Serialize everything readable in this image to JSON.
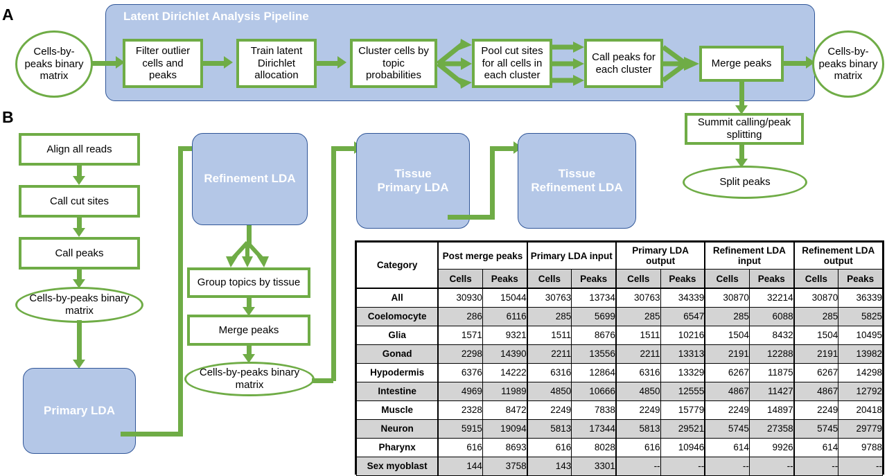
{
  "panels": {
    "a": {
      "letter": "A",
      "pipeline_title": "Latent Dirichlet Analysis Pipeline"
    },
    "b": {
      "letter": "B"
    }
  },
  "panel_a": {
    "input_node": "Cells-by-peaks binary matrix",
    "steps": [
      "Filter outlier cells and peaks",
      "Train latent Dirichlet allocation",
      "Cluster cells by topic probabilities",
      "Pool cut sites for all cells in each cluster",
      "Call peaks for each cluster",
      "Merge peaks"
    ],
    "output_node": "Cells-by-peaks binary matrix",
    "summit_box": "Summit calling/peak splitting",
    "split_peaks_node": "Split peaks"
  },
  "panel_b": {
    "left_chain": [
      "Align all reads",
      "Call cut sites",
      "Call peaks"
    ],
    "left_matrix_node": "Cells-by-peaks binary matrix",
    "primary_lda": "Primary LDA",
    "refinement_lda": "Refinement LDA",
    "group_topics": "Group topics by tissue",
    "merge_peaks": "Merge peaks",
    "mid_matrix_node": "Cells-by-peaks binary matrix",
    "tissue_primary_lda": "Tissue\nPrimary LDA",
    "tissue_primary_lda_line1": "Tissue",
    "tissue_primary_lda_line2": "Primary LDA",
    "tissue_refinement_lda_line1": "Tissue",
    "tissue_refinement_lda_line2": "Refinement LDA"
  },
  "table": {
    "category_header": "Category",
    "group_headers": [
      "Post merge peaks",
      "Primary LDA input",
      "Primary LDA output",
      "Refinement LDA input",
      "Refinement LDA output"
    ],
    "sub_headers": [
      "Cells",
      "Peaks"
    ],
    "rows": [
      {
        "category": "All",
        "values": [
          "30930",
          "15044",
          "30763",
          "13734",
          "30763",
          "34339",
          "30870",
          "32214",
          "30870",
          "36339"
        ]
      },
      {
        "category": "Coelomocyte",
        "values": [
          "286",
          "6116",
          "285",
          "5699",
          "285",
          "6547",
          "285",
          "6088",
          "285",
          "5825"
        ]
      },
      {
        "category": "Glia",
        "values": [
          "1571",
          "9321",
          "1511",
          "8676",
          "1511",
          "10216",
          "1504",
          "8432",
          "1504",
          "10495"
        ]
      },
      {
        "category": "Gonad",
        "values": [
          "2298",
          "14390",
          "2211",
          "13556",
          "2211",
          "13313",
          "2191",
          "12288",
          "2191",
          "13982"
        ]
      },
      {
        "category": "Hypodermis",
        "values": [
          "6376",
          "14222",
          "6316",
          "12864",
          "6316",
          "13329",
          "6267",
          "11875",
          "6267",
          "14298"
        ]
      },
      {
        "category": "Intestine",
        "values": [
          "4969",
          "11989",
          "4850",
          "10666",
          "4850",
          "12555",
          "4867",
          "11427",
          "4867",
          "12792"
        ]
      },
      {
        "category": "Muscle",
        "values": [
          "2328",
          "8472",
          "2249",
          "7838",
          "2249",
          "15779",
          "2249",
          "14897",
          "2249",
          "20418"
        ]
      },
      {
        "category": "Neuron",
        "values": [
          "5915",
          "19094",
          "5813",
          "17344",
          "5813",
          "29521",
          "5745",
          "27358",
          "5745",
          "29779"
        ]
      },
      {
        "category": "Pharynx",
        "values": [
          "616",
          "8693",
          "616",
          "8028",
          "616",
          "10946",
          "614",
          "9926",
          "614",
          "9788"
        ]
      },
      {
        "category": "Sex myoblast",
        "values": [
          "144",
          "3758",
          "143",
          "3301",
          "--",
          "--",
          "--",
          "--",
          "--",
          "--"
        ]
      }
    ]
  },
  "colors": {
    "green": "#6fac46",
    "blue_fill": "#b4c7e7",
    "blue_border": "#2f5597",
    "shade": "#d4d4d4",
    "subhead": "#d0d0d0"
  }
}
